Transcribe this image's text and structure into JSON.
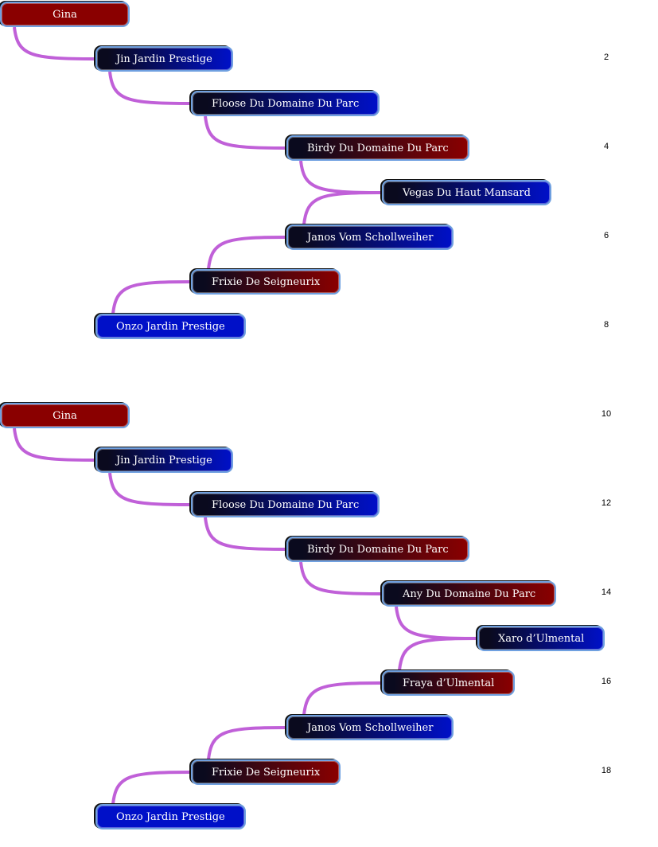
{
  "colors": {
    "red": "#8a0000",
    "blue": "#0010c8",
    "dark": "#0a0a1e",
    "link": "#c060d8"
  },
  "trees": [
    {
      "nodes": [
        {
          "name": "Gina",
          "color": "red",
          "fill": "solid"
        },
        {
          "name": "Jin Jardin Prestige",
          "color": "blue",
          "fill": "gradient"
        },
        {
          "name": "Floose Du Domaine Du Parc",
          "color": "blue",
          "fill": "gradient"
        },
        {
          "name": "Birdy Du Domaine Du Parc",
          "color": "red",
          "fill": "gradient"
        },
        {
          "name": "Vegas Du Haut Mansard",
          "color": "blue",
          "fill": "gradient"
        },
        {
          "name": "Janos Vom Schollweiher",
          "color": "blue",
          "fill": "gradient"
        },
        {
          "name": "Frixie De Seigneurix",
          "color": "red",
          "fill": "gradient"
        },
        {
          "name": "Onzo Jardin Prestige",
          "color": "blue",
          "fill": "solid"
        }
      ]
    },
    {
      "nodes": [
        {
          "name": "Gina",
          "color": "red",
          "fill": "solid"
        },
        {
          "name": "Jin Jardin Prestige",
          "color": "blue",
          "fill": "gradient"
        },
        {
          "name": "Floose Du Domaine Du Parc",
          "color": "blue",
          "fill": "gradient"
        },
        {
          "name": "Birdy Du Domaine Du Parc",
          "color": "red",
          "fill": "gradient"
        },
        {
          "name": "Any Du Domaine Du Parc",
          "color": "red",
          "fill": "gradient"
        },
        {
          "name": "Xaro d’Ulmental",
          "color": "blue",
          "fill": "gradient"
        },
        {
          "name": "Fraya d’Ulmental",
          "color": "red",
          "fill": "gradient"
        },
        {
          "name": "Janos Vom Schollweiher",
          "color": "blue",
          "fill": "gradient"
        },
        {
          "name": "Frixie De Seigneurix",
          "color": "red",
          "fill": "gradient"
        },
        {
          "name": "Onzo Jardin Prestige",
          "color": "blue",
          "fill": "solid"
        }
      ]
    }
  ],
  "row_numbers": [
    "2",
    "4",
    "6",
    "8",
    "10",
    "12",
    "14",
    "16",
    "18"
  ]
}
